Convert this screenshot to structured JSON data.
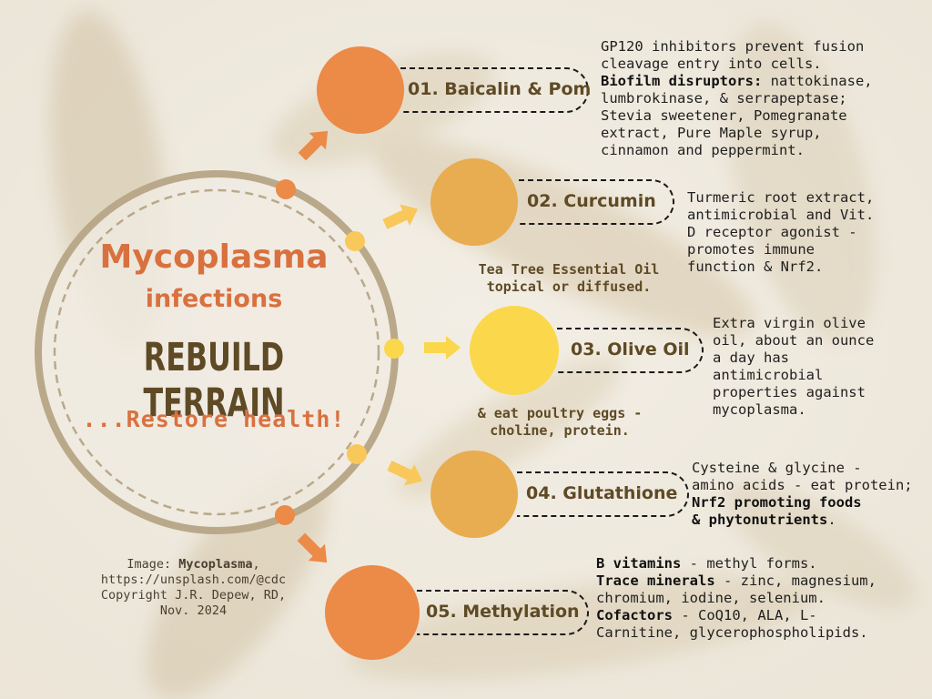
{
  "title": {
    "line1": "Mycoplasma",
    "line2": "infections",
    "line3": "REBUILD TERRAIN",
    "line4": "...Restore health!"
  },
  "steps": [
    {
      "label": "01. Baicalin & Pom",
      "color": "#ec8a48",
      "desc": [
        {
          "t": "GP120 inhibitors prevent fusion\ncleavage entry into cells.\n",
          "b": false
        },
        {
          "t": "Biofilm disruptors:",
          "b": true
        },
        {
          "t": " nattokinase,\nlumbrokinase, & serrapeptase;\nStevia sweetener, Pomegranate\nextract, Pure Maple syrup,\ncinnamon and peppermint.",
          "b": false
        }
      ]
    },
    {
      "label": "02. Curcumin",
      "color": "#e8ad50",
      "desc": [
        {
          "t": "Turmeric root extract,\nantimicrobial and Vit.\nD receptor agonist -\npromotes immune\nfunction & Nrf2.",
          "b": false
        }
      ],
      "note": "Tea Tree Essential Oil\ntopical or diffused."
    },
    {
      "label": "03. Olive Oil",
      "color": "#fbd74c",
      "desc": [
        {
          "t": "Extra virgin olive\noil, about an ounce\na day has\nantimicrobial\nproperties against\nmycoplasma.",
          "b": false
        }
      ],
      "note": "& eat poultry eggs -\ncholine, protein."
    },
    {
      "label": "04. Glutathione",
      "color": "#e8ad50",
      "desc": [
        {
          "t": "Cysteine & glycine -\namino acids - eat protein;\n",
          "b": false
        },
        {
          "t": "Nrf2 promoting foods\n& phytonutrients",
          "b": true
        },
        {
          "t": ".",
          "b": false
        }
      ]
    },
    {
      "label": "05. Methylation",
      "color": "#ec8a48",
      "desc": [
        {
          "t": "B vitamins",
          "b": true
        },
        {
          "t": " - methyl forms.\n",
          "b": false
        },
        {
          "t": "Trace minerals",
          "b": true
        },
        {
          "t": " - zinc, magnesium,\nchromium, iodine, selenium.\n",
          "b": false
        },
        {
          "t": "Cofactors",
          "b": true
        },
        {
          "t": " - CoQ10, ALA, L-\nCarnitine, glycerophospholipids.",
          "b": false
        }
      ]
    }
  ],
  "credit": {
    "prefix": "Image: ",
    "bold": "Mycoplasma",
    "suffix": ",",
    "line2": "https://unsplash.com/@cdc",
    "line3": "Copyright J.R. Depew, RD,",
    "line4": "Nov. 2024"
  },
  "colors": {
    "orange": "#ec8a48",
    "amber": "#e8ad50",
    "yellow": "#fbd74c",
    "brown": "#5e4a25",
    "ring": "#b9a98a",
    "title_orange": "#d9713f"
  }
}
